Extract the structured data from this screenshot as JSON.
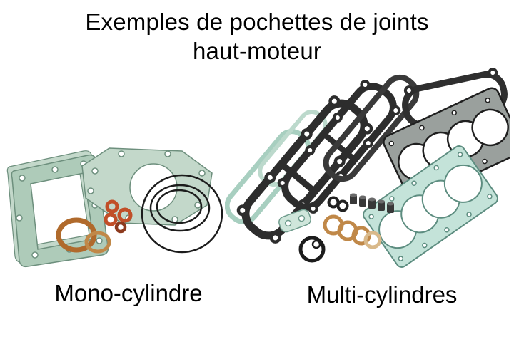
{
  "page": {
    "title_line1": "Exemples de pochettes de joints",
    "title_line2": "haut-moteur"
  },
  "figures": {
    "mono": {
      "caption": "Mono-cylindre"
    },
    "multi": {
      "caption": "Multi-cylindres"
    }
  },
  "palette": {
    "background": "#ffffff",
    "text": "#000000",
    "gasket_green": "#aecbb9",
    "gasket_teal": "#c4e3d9",
    "rubber_black": "#2d2d2d",
    "copper": "#b06a2c",
    "orange_seal": "#c14f28",
    "metal_gray": "#9aa09d"
  }
}
